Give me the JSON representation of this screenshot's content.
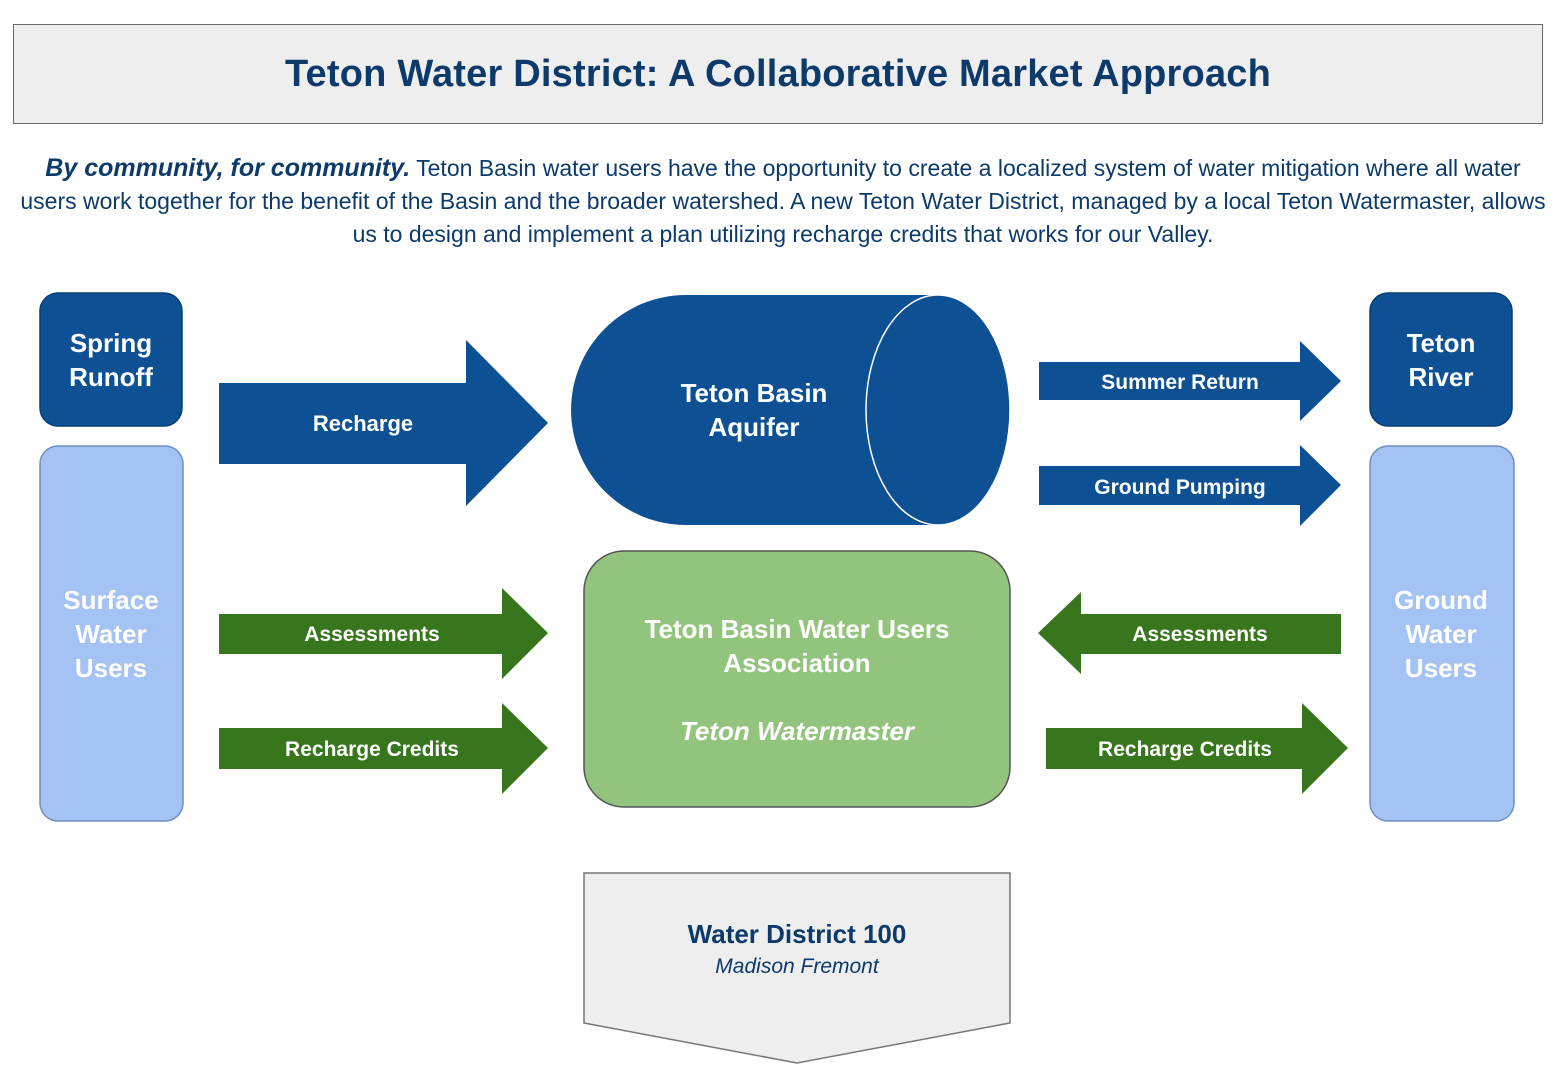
{
  "header": {
    "title": "Teton Water District: A Collaborative Market Approach"
  },
  "intro": {
    "lead": "By community, for community.",
    "body": " Teton Basin water users have the opportunity to create a localized system of water mitigation where all water users work together for the benefit of the Basin and the broader watershed. A new Teton Water District, managed by a local Teton Watermaster, allows us to design and implement a plan utilizing recharge credits that works for our Valley."
  },
  "nodes": {
    "spring_runoff": [
      "Spring",
      "Runoff"
    ],
    "surface_water_users": [
      "Surface",
      "Water",
      "Users"
    ],
    "aquifer": [
      "Teton Basin",
      "Aquifer"
    ],
    "association": [
      "Teton Basin Water Users",
      "Association"
    ],
    "watermaster": "Teton Watermaster",
    "teton_river": [
      "Teton",
      "River"
    ],
    "ground_water_users": [
      "Ground",
      "Water",
      "Users"
    ],
    "water_district": "Water District 100",
    "water_district_sub": "Madison Fremont"
  },
  "arrows": {
    "recharge": "Recharge",
    "summer_return": "Summer Return",
    "ground_pumping": "Ground Pumping",
    "assessments_left": "Assessments",
    "recharge_credits_left": "Recharge Credits",
    "assessments_right": "Assessments",
    "recharge_credits_right": "Recharge Credits"
  },
  "colors": {
    "dark_blue": "#0d5194",
    "light_blue": "#a4c2f4",
    "dark_green": "#38761d",
    "light_green": "#93c47d",
    "title_text": "#0c3a6b",
    "gray_fill": "#eeeeee"
  }
}
